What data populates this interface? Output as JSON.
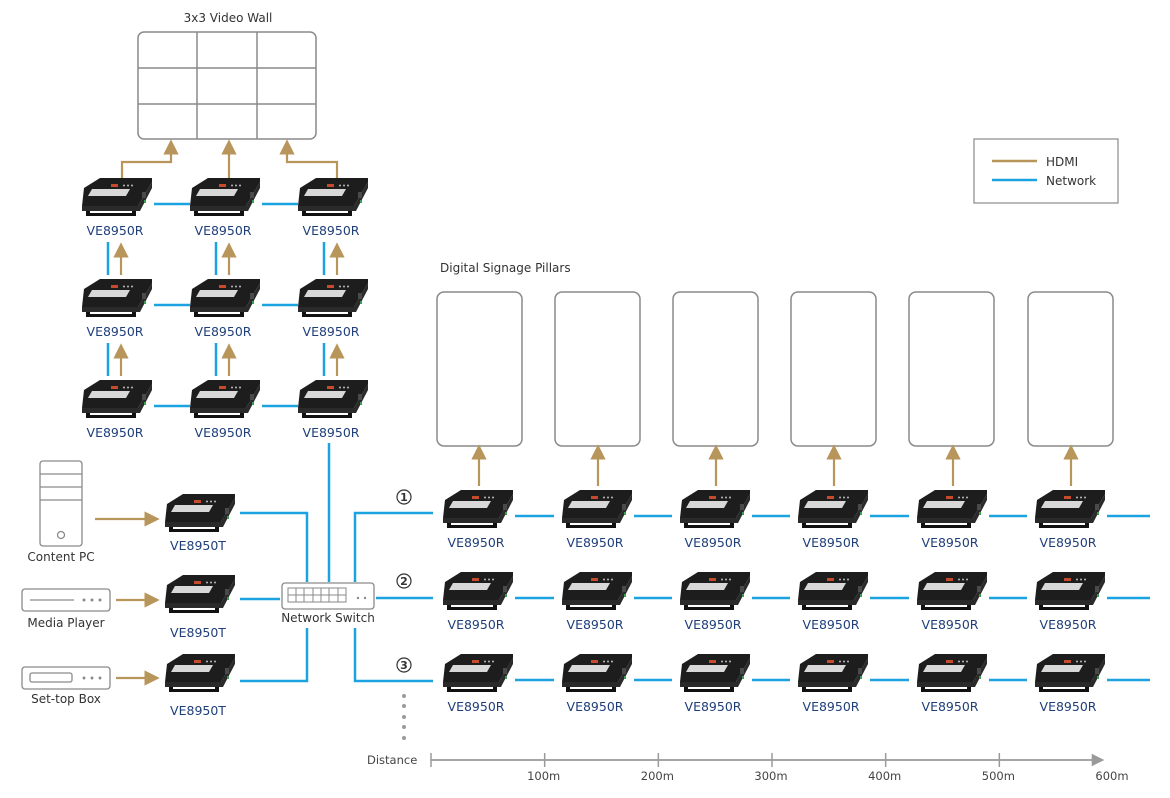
{
  "diagram": {
    "video_wall_title": "3x3 Video Wall",
    "video_wall_grid": {
      "rows": 3,
      "cols": 3
    },
    "signage_title": "Digital Signage Pillars",
    "signage_pillar_count": 6,
    "legend": {
      "items": [
        {
          "label": "HDMI",
          "color": "#b8955a"
        },
        {
          "label": "Network",
          "color": "#1aa3e0"
        }
      ]
    },
    "colors": {
      "hdmi": "#b8955a",
      "network": "#1aa3e0",
      "outline": "#8a8a8a",
      "device_label": "#1f3f7a"
    },
    "video_wall_receivers": {
      "model": "VE8950R",
      "rows": 3,
      "cols": 3
    },
    "sources": [
      {
        "name": "Content PC",
        "icon": "desktop-tower-icon",
        "transmitter": "VE8950T"
      },
      {
        "name": "Media Player",
        "icon": "media-player-icon",
        "transmitter": "VE8950T"
      },
      {
        "name": "Set-top Box",
        "icon": "set-top-box-icon",
        "transmitter": "VE8950T"
      }
    ],
    "switch": {
      "name": "Network Switch",
      "icon": "network-switch-icon"
    },
    "chains": [
      {
        "number": "1",
        "receiver_model": "VE8950R",
        "receivers": 6,
        "drives_pillars": true
      },
      {
        "number": "2",
        "receiver_model": "VE8950R",
        "receivers": 6,
        "drives_pillars": false
      },
      {
        "number": "3",
        "receiver_model": "VE8950R",
        "receivers": 6,
        "drives_pillars": false
      }
    ],
    "distance_axis": {
      "label": "Distance",
      "unit": "m",
      "ticks": [
        "100m",
        "200m",
        "300m",
        "400m",
        "500m",
        "600m"
      ],
      "max": 600
    }
  }
}
